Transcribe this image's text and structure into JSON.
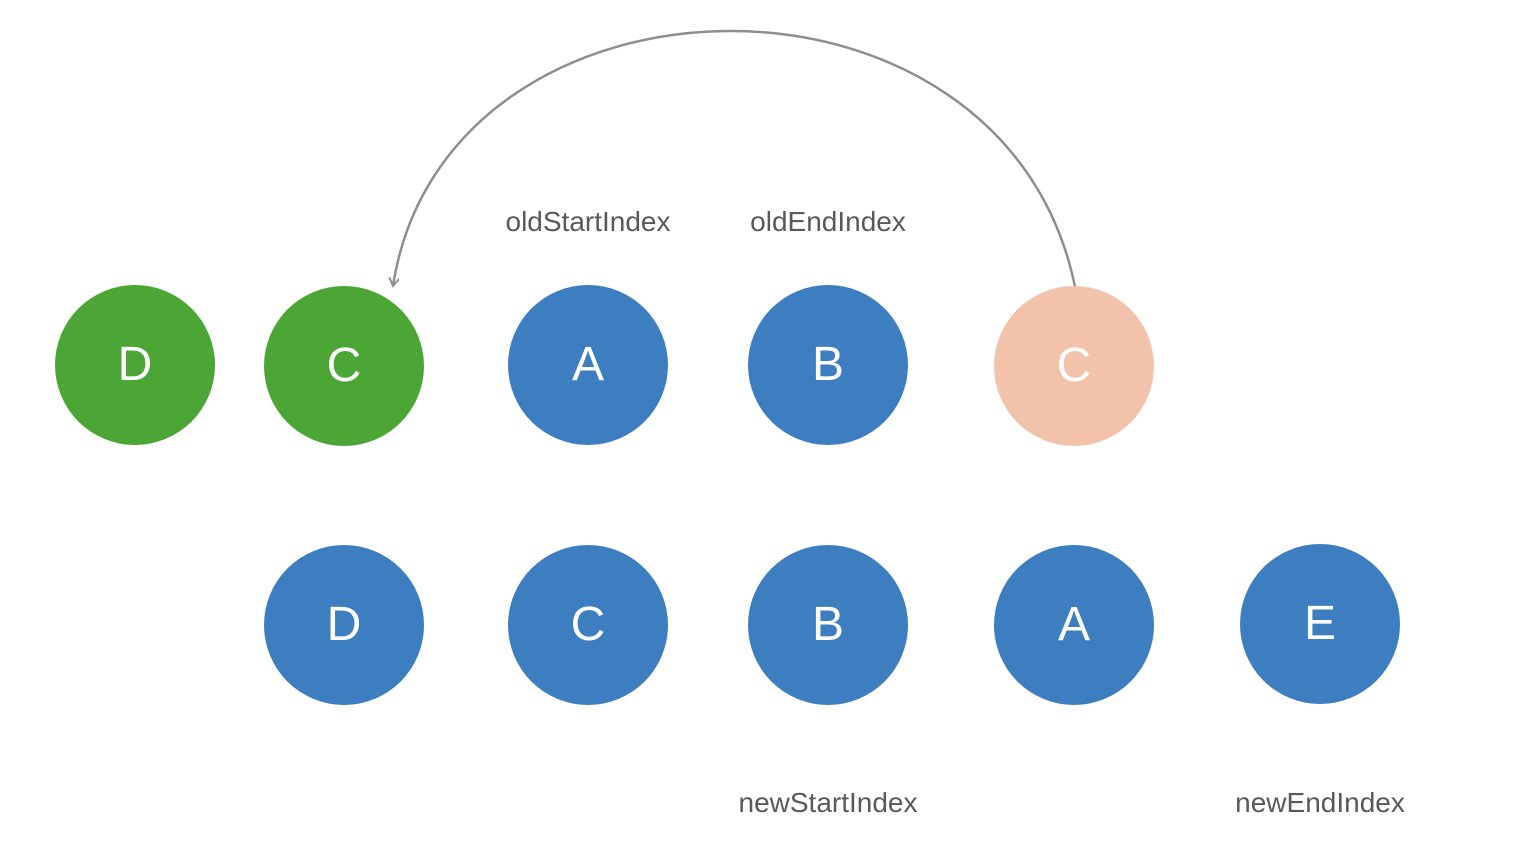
{
  "labels": {
    "old_start": "oldStartIndex",
    "old_end": "oldEndIndex",
    "new_start": "newStartIndex",
    "new_end": "newEndIndex"
  },
  "rows": {
    "old": [
      {
        "label": "D",
        "color": "#4ba636"
      },
      {
        "label": "C",
        "color": "#4ba636"
      },
      {
        "label": "A",
        "color": "#3d7ec0"
      },
      {
        "label": "B",
        "color": "#3d7ec0"
      },
      {
        "label": "C",
        "color": "#f2c3aa"
      }
    ],
    "new": [
      {
        "label": "D",
        "color": "#3d7ec0"
      },
      {
        "label": "C",
        "color": "#3d7ec0"
      },
      {
        "label": "B",
        "color": "#3d7ec0"
      },
      {
        "label": "A",
        "color": "#3d7ec0"
      },
      {
        "label": "E",
        "color": "#3d7ec0"
      }
    ]
  },
  "colors": {
    "arrow": "#8e8e8e",
    "label_text": "#595959",
    "node_text": "#ffffff"
  }
}
